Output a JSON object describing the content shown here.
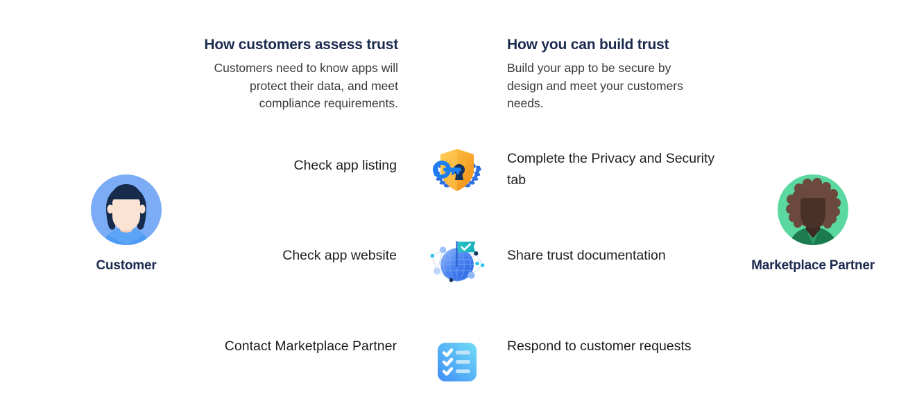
{
  "columns": {
    "left": {
      "heading": "How customers assess trust",
      "body": "Customers need to know apps will protect their data, and meet compliance requirements."
    },
    "right": {
      "heading": "How you can build trust",
      "body": "Build your app to be secure by design and meet your customers needs."
    }
  },
  "personas": {
    "customer": {
      "label": "Customer",
      "avatar_icon": "customer-avatar-icon",
      "circle_color": "#7BACF5",
      "hair_color": "#172B4D",
      "skin_color": "#FBE3D3",
      "shirt_color": "#4C9AF5"
    },
    "partner": {
      "label": "Marketplace Partner",
      "avatar_icon": "marketplace-partner-avatar-icon",
      "circle_color": "#5BD8A0",
      "hair_color": "#6B4A3D",
      "skin_color": "#4A3128",
      "shirt_color": "#1B7A4E"
    }
  },
  "rows": [
    {
      "left_label": "Check app listing",
      "icon": "shield-key-laurel-icon",
      "right_label": "Complete the Privacy and Security tab"
    },
    {
      "left_label": "Check app website",
      "icon": "globe-flag-network-icon",
      "right_label": "Share trust documentation"
    },
    {
      "left_label": "Contact Marketplace Partner",
      "icon": "checklist-icon",
      "right_label": "Respond to customer requests"
    }
  ],
  "colors": {
    "heading_navy": "#1B2A4E",
    "body_gray": "#3a3a3a",
    "label_black": "#1d1d1d",
    "shield_orange": "#F5A623",
    "key_blue": "#1C7EF0",
    "globe_blue": "#3B7BEF",
    "flag_teal": "#2BC4C9",
    "checklist_blue": "#4BA3F7"
  }
}
